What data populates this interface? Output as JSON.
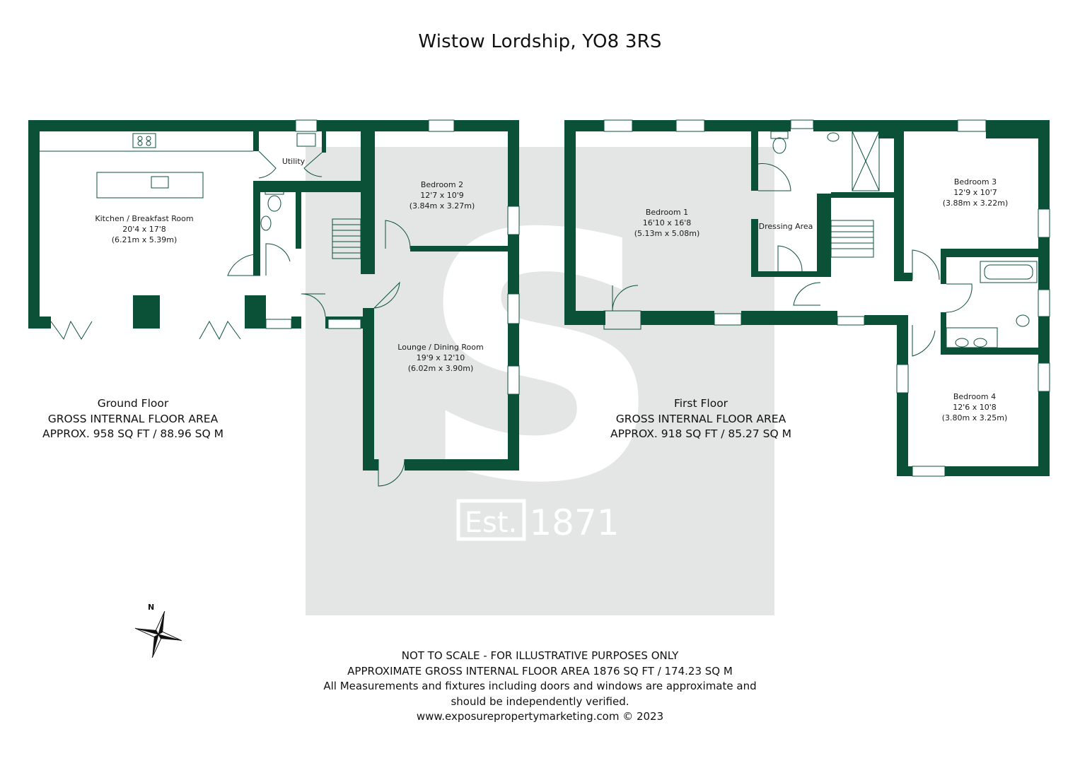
{
  "title": "Wistow Lordship, YO8 3RS",
  "colors": {
    "wall": "#0b5138",
    "watermark_bg": "#e3e6e5",
    "text": "#111111"
  },
  "watermark": {
    "letter": "S",
    "est_label": "Est.",
    "year": "1871"
  },
  "rooms": {
    "kitchen": {
      "name": "Kitchen / Breakfast Room",
      "imperial": "20'4 x 17'8",
      "metric": "(6.21m x 5.39m)"
    },
    "utility": {
      "name": "Utility"
    },
    "bedroom2": {
      "name": "Bedroom 2",
      "imperial": "12'7 x 10'9",
      "metric": "(3.84m x 3.27m)"
    },
    "lounge": {
      "name": "Lounge / Dining Room",
      "imperial": "19'9 x 12'10",
      "metric": "(6.02m x 3.90m)"
    },
    "bedroom1": {
      "name": "Bedroom 1",
      "imperial": "16'10 x 16'8",
      "metric": "(5.13m x 5.08m)"
    },
    "dressing": {
      "name": "Dressing Area"
    },
    "bedroom3": {
      "name": "Bedroom 3",
      "imperial": "12'9 x 10'7",
      "metric": "(3.88m x 3.22m)"
    },
    "bedroom4": {
      "name": "Bedroom 4",
      "imperial": "12'6 x 10'8",
      "metric": "(3.80m x 3.25m)"
    }
  },
  "floors": {
    "ground": {
      "name": "Ground Floor",
      "line1": "GROSS INTERNAL FLOOR AREA",
      "line2": "APPROX. 958 SQ FT / 88.96 SQ M"
    },
    "first": {
      "name": "First Floor",
      "line1": "GROSS INTERNAL FLOOR AREA",
      "line2": "APPROX. 918 SQ FT / 85.27 SQ M"
    }
  },
  "compass": {
    "label": "N",
    "icon": "compass-rose-icon"
  },
  "footer": {
    "line1": "NOT TO SCALE - FOR ILLUSTRATIVE PURPOSES ONLY",
    "line2": "APPROXIMATE GROSS INTERNAL FLOOR AREA 1876 SQ FT / 174.23 SQ M",
    "line3": "All Measurements and fixtures including doors and windows are approximate and",
    "line4": "should be independently verified.",
    "line5": "www.exposurepropertymarketing.com © 2023"
  }
}
